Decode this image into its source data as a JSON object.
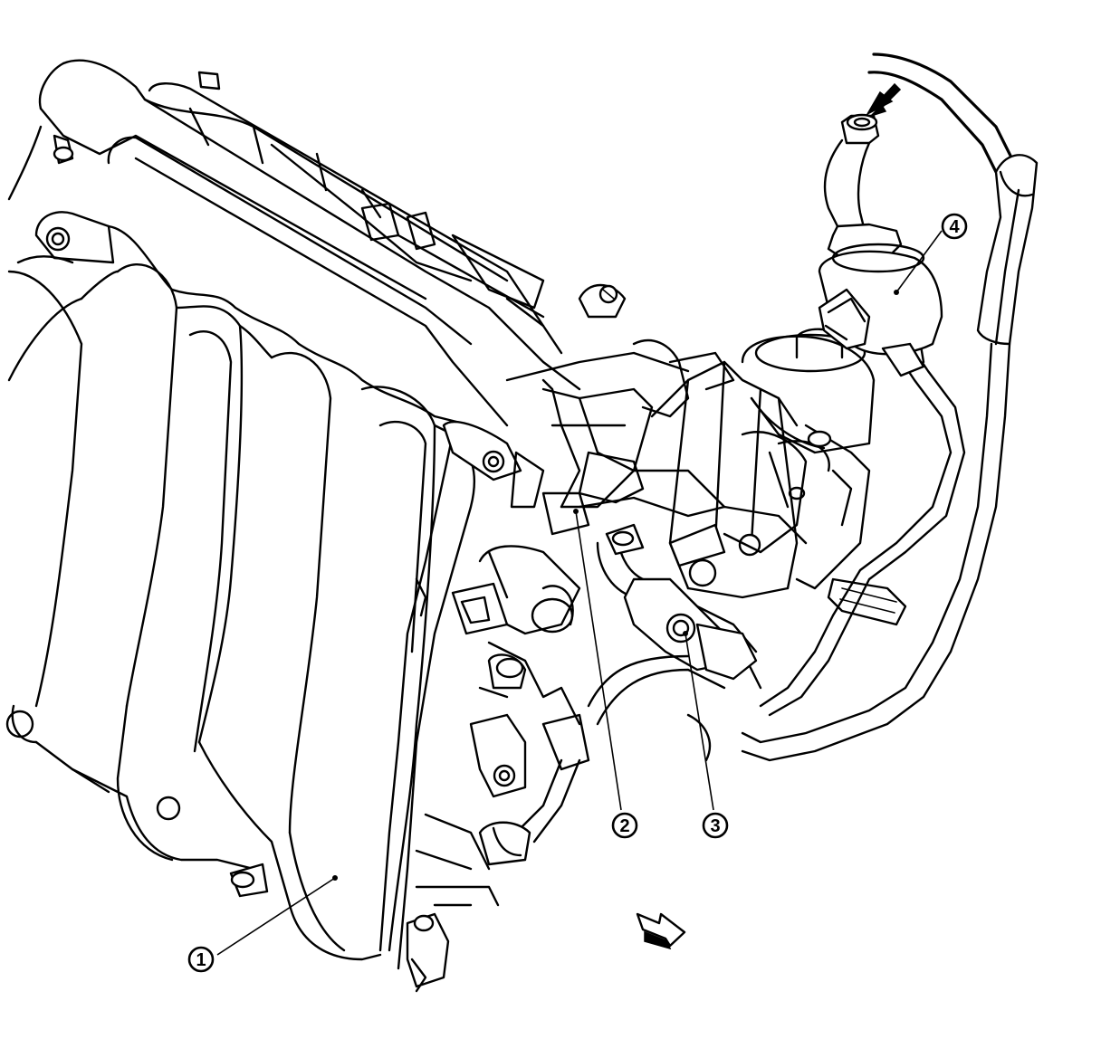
{
  "callouts": [
    {
      "id": "1",
      "label": "1"
    },
    {
      "id": "2",
      "label": "2"
    },
    {
      "id": "3",
      "label": "3"
    },
    {
      "id": "4",
      "label": "4"
    }
  ],
  "arrows": [
    {
      "name": "inlet-flow-arrow",
      "kind": "solid"
    },
    {
      "name": "front-direction-arrow",
      "kind": "outlined"
    }
  ],
  "colors": {
    "line": "#000000",
    "background": "#ffffff"
  }
}
